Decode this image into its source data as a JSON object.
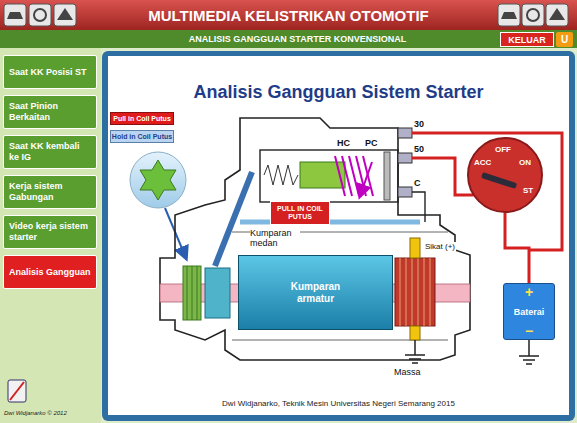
{
  "diagram": {
    "title": "MULTIMEDIA KELISTRIKAN OTOMOTIF",
    "caption": "Dwi Widjanarko, Teknik Mesin Universitas Negeri Semarang 2015",
    "nodes": [
      {
        "text": [
          "KELUAR"
        ]
      },
      {
        "text": [
          "Saat KK Posisi ST"
        ]
      },
      {
        "text": [
          "Saat Pinion Berkaitan"
        ]
      },
      {
        "text": [
          "Saat KK kembali ke IG"
        ]
      },
      {
        "text": [
          "Kerja sistem Gabungan"
        ]
      },
      {
        "text": [
          "Video kerja sistem starter"
        ]
      },
      {
        "text": [
          "Analisis Gangguan"
        ]
      },
      {
        "text": [
          "Pull in Coil Putus"
        ]
      },
      {
        "text": [
          "Hold in Coil Putus"
        ]
      },
      {
        "text": [
          "ACC",
          "OFF",
          "ON",
          "ST"
        ]
      },
      {
        "text": [
          "PULL IN COIL PUTUS"
        ]
      },
      {
        "text": [
          "Kumparan armatur"
        ]
      },
      {
        "text": [
          "+",
          "Baterai",
          "−"
        ]
      }
    ],
    "edges": [
      {
        "from": 12,
        "to": 9,
        "arrow": "none"
      }
    ],
    "labels": [
      "ANALISIS GANGGUAN STARTER KONVENSIONAL",
      "U",
      "Analisis Gangguan Sistem Starter",
      "HC",
      "PC",
      "30",
      "50",
      "C",
      "Kumparan medan",
      "Sikat (+)",
      "Massa",
      "Dwi Widjanarko © 2012"
    ]
  }
}
